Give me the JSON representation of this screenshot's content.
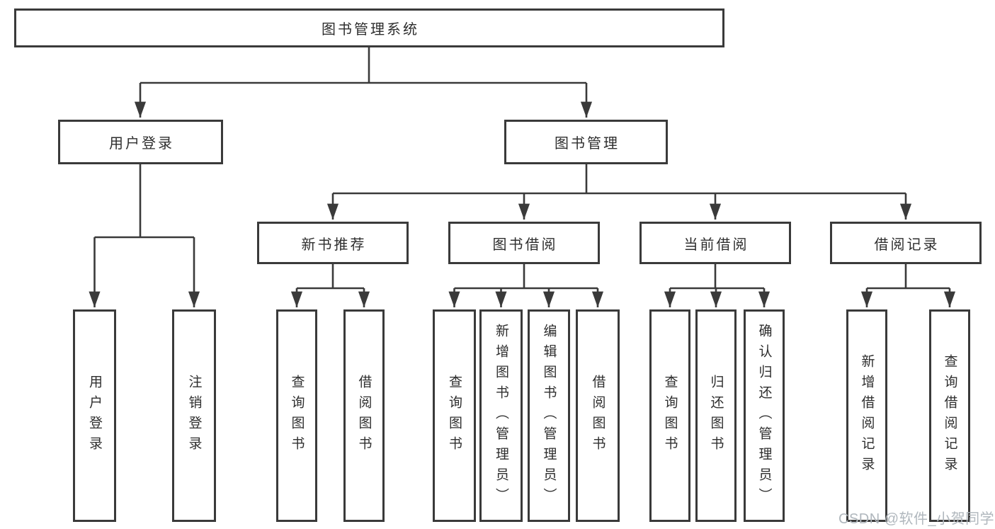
{
  "diagram": {
    "root": {
      "label": "图书管理系统"
    },
    "level2": [
      {
        "id": "user-login",
        "label": "用户登录"
      },
      {
        "id": "book-management",
        "label": "图书管理"
      }
    ],
    "level3": [
      {
        "id": "new-book-recommend",
        "label": "新书推荐"
      },
      {
        "id": "book-borrowing",
        "label": "图书借阅"
      },
      {
        "id": "current-borrowing",
        "label": "当前借阅"
      },
      {
        "id": "borrowing-records",
        "label": "借阅记录"
      }
    ],
    "leaves": [
      {
        "id": "user-login-leaf",
        "label": "用户登录"
      },
      {
        "id": "logout-leaf",
        "label": "注销登录"
      },
      {
        "id": "query-books-recommend",
        "label": "查询图书"
      },
      {
        "id": "borrow-books-recommend",
        "label": "借阅图书"
      },
      {
        "id": "query-books-borrowing",
        "label": "查询图书"
      },
      {
        "id": "add-books-admin",
        "label": "新增图书（管理员）"
      },
      {
        "id": "edit-books-admin",
        "label": "编辑图书（管理员）"
      },
      {
        "id": "borrow-books-borrowing",
        "label": "借阅图书"
      },
      {
        "id": "query-books-current",
        "label": "查询图书"
      },
      {
        "id": "return-books",
        "label": "归还图书"
      },
      {
        "id": "confirm-return-admin",
        "label": "确认归还（管理员）"
      },
      {
        "id": "add-borrow-record",
        "label": "新增借阅记录"
      },
      {
        "id": "query-borrow-record",
        "label": "查询借阅记录"
      }
    ]
  },
  "watermark": {
    "text": "CSDN @软件_小贺同学"
  },
  "colors": {
    "line": "#3a3a3a",
    "text": "#2e2e2e",
    "background": "#ffffff",
    "watermark": "#b0b7bd"
  }
}
